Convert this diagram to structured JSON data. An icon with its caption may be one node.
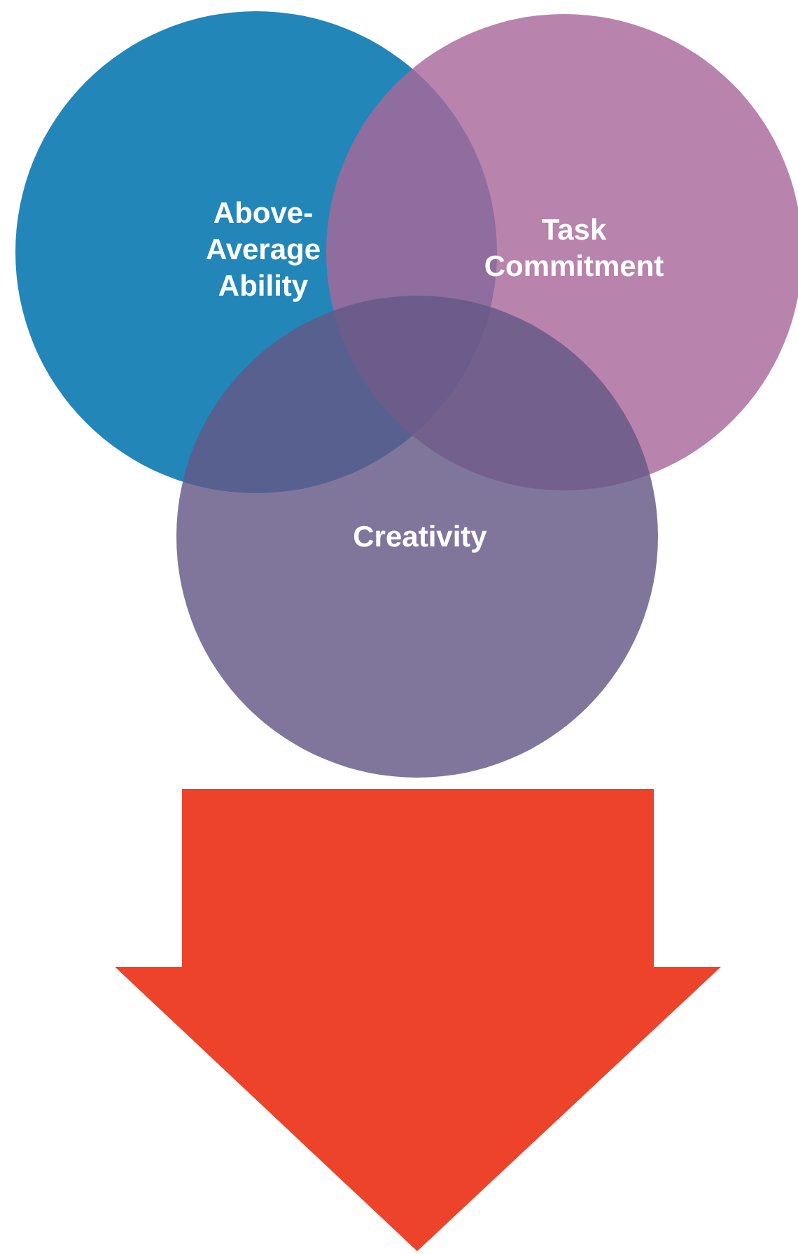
{
  "diagram": {
    "nodes": [
      {
        "text": [
          "Above-Average Ability"
        ]
      },
      {
        "text": [
          "Task Commitment"
        ]
      },
      {
        "text": [
          "Creativity"
        ]
      }
    ]
  }
}
